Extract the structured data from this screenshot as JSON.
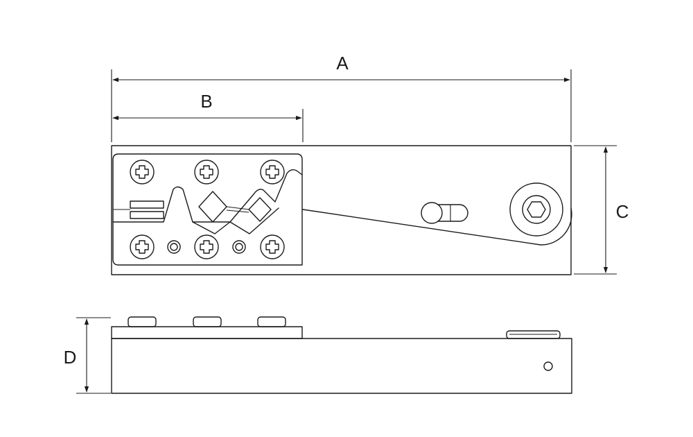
{
  "labels": {
    "a": "A",
    "b": "B",
    "c": "C",
    "d": "D"
  },
  "colors": {
    "stroke": "#1a1a1a",
    "background": "#ffffff"
  },
  "icons": {
    "cross-screw": "phillips-screw-head-icon",
    "hex-screw": "hex-socket-screw-icon"
  }
}
